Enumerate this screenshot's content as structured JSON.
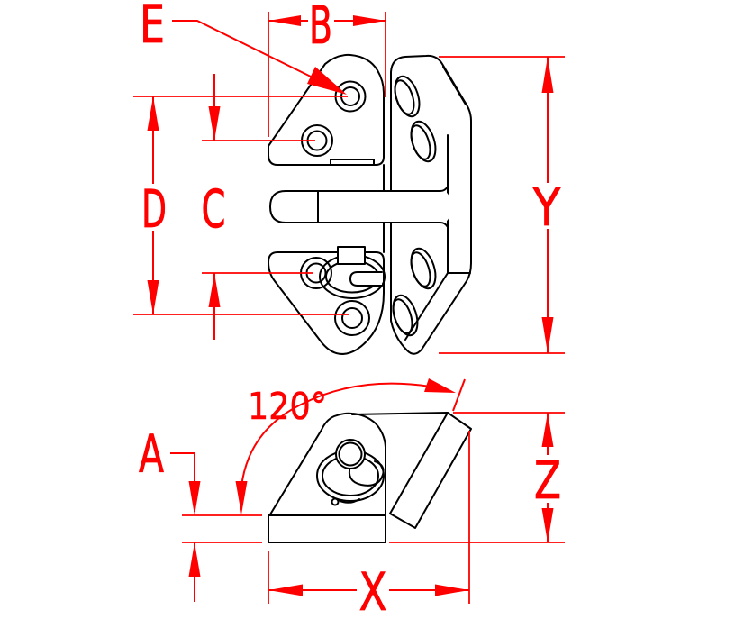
{
  "title": "Hinge technical drawing with dimension callouts",
  "colors": {
    "dimension_red": "#ff0000",
    "outline_black": "#000000",
    "background": "#ffffff"
  },
  "views": {
    "front": {
      "name": "front-view"
    },
    "side": {
      "name": "side-view"
    }
  },
  "dimensions": {
    "A": {
      "label": "A"
    },
    "B": {
      "label": "B"
    },
    "C": {
      "label": "C"
    },
    "D": {
      "label": "D"
    },
    "E": {
      "label": "E"
    },
    "X": {
      "label": "X"
    },
    "Y": {
      "label": "Y"
    },
    "Z": {
      "label": "Z"
    },
    "angle": {
      "label": "120°"
    }
  }
}
